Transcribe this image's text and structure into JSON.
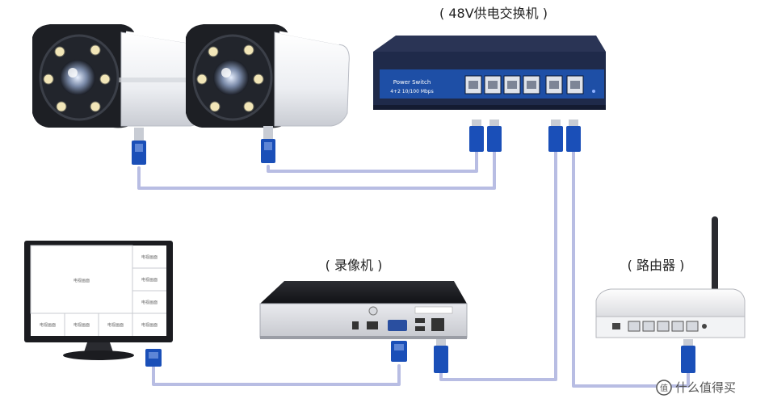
{
  "labels": {
    "switch": "( 48V供电交换机 )",
    "nvr": "( 录像机 )",
    "router": "( 路由器 )"
  },
  "switch_panel": {
    "title": "Power Switch",
    "subtitle": "4+2  10/100 Mbps"
  },
  "monitor": {
    "main_cell": "电视画面",
    "cell": "电视画面"
  },
  "watermark": {
    "text": "什么值得买"
  },
  "colors": {
    "cable": "#b8bde3",
    "rj45": "#1a4fb8",
    "switch_body": "#1f2a4a",
    "switch_panel": "#1e4fa6"
  },
  "icons": {
    "watermark": "value-badge-icon"
  }
}
